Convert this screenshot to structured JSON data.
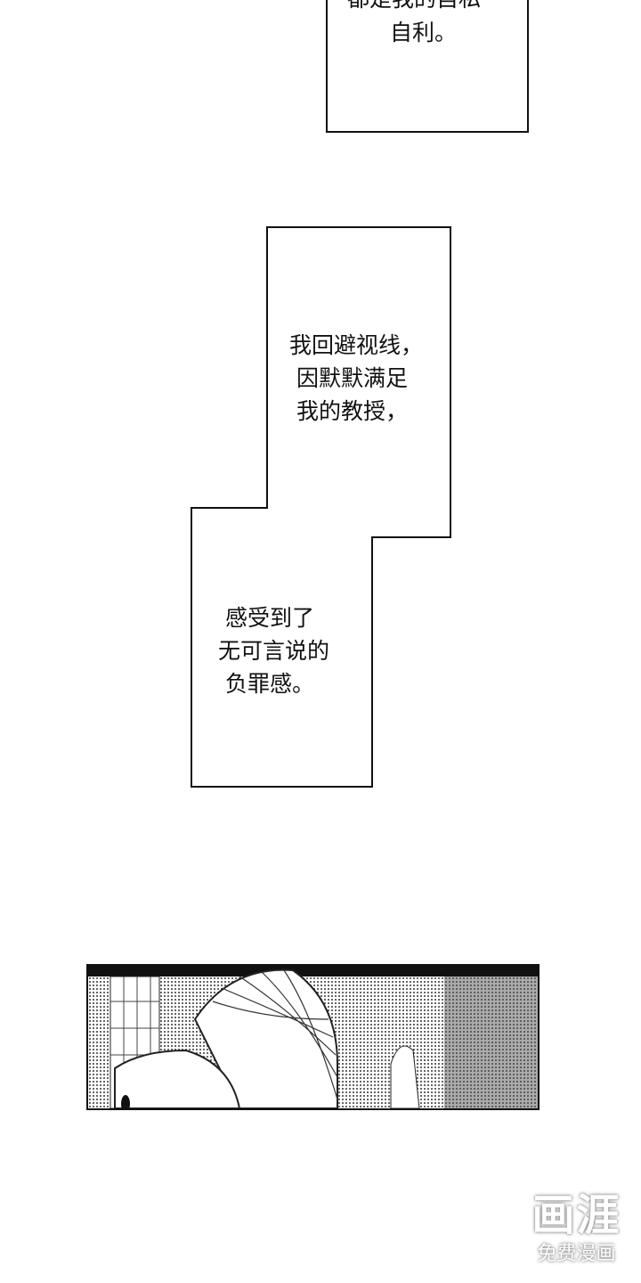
{
  "captions": {
    "box1": [
      "都是我的自私",
      "自利。"
    ],
    "box2_top": [
      "我回避视线，",
      " 因默默满足",
      " 我的教授，"
    ],
    "box2_bottom": [
      " 感受到了",
      "无可言说的",
      " 负罪感。"
    ]
  },
  "watermark": {
    "logo": "画涯",
    "tagline": "免费漫画"
  }
}
